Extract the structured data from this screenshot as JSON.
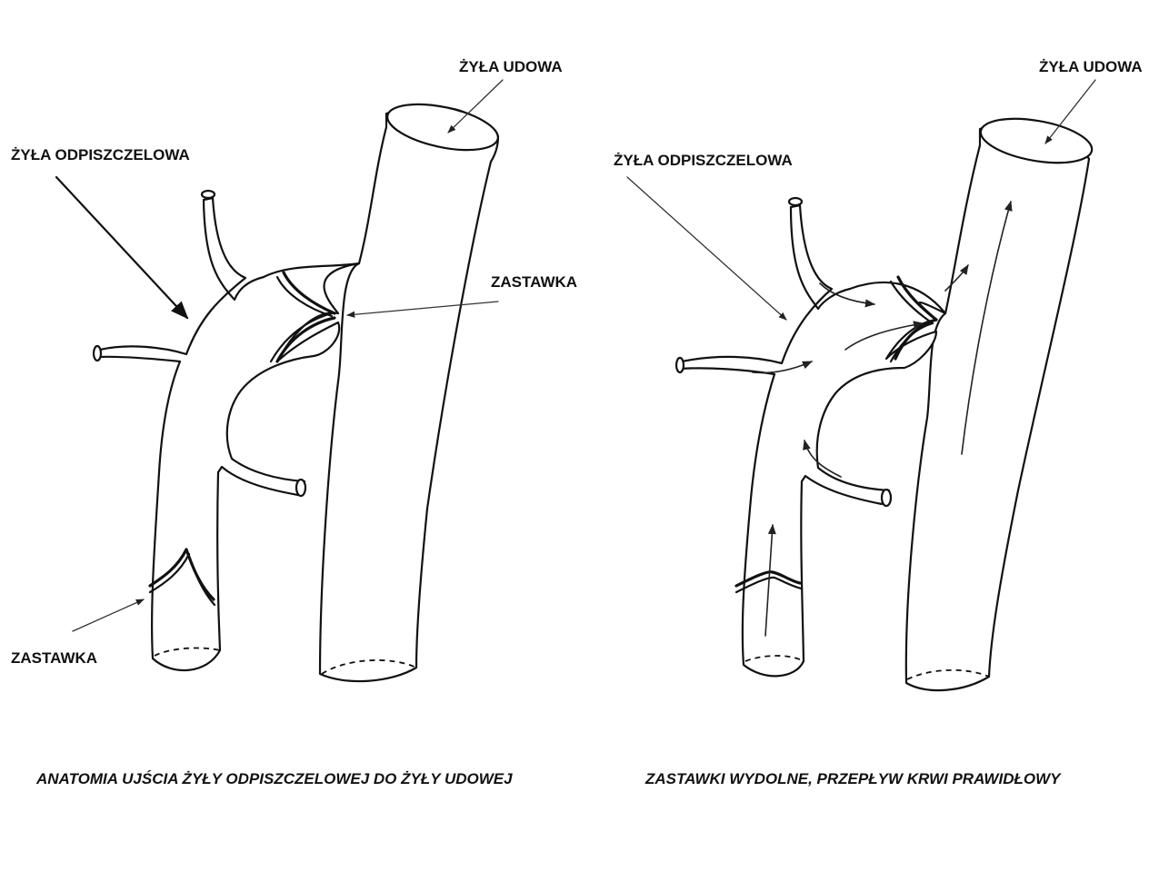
{
  "left_panel": {
    "label_femoral_vein": "ŻYŁA UDOWA",
    "label_saphenous_vein": "ŻYŁA ODPISZCZELOWA",
    "label_valve_top": "ZASTAWKA",
    "label_valve_bottom": "ZASTAWKA",
    "caption": "ANATOMIA UJŚCIA ŻYŁY ODPISZCZELOWEJ DO ŻYŁY UDOWEJ"
  },
  "right_panel": {
    "label_femoral_vein": "ŻYŁA UDOWA",
    "label_saphenous_vein": "ŻYŁA ODPISZCZELOWA",
    "caption": "ZASTAWKI WYDOLNE, PRZEPŁYW KRWI PRAWIDŁOWY"
  }
}
